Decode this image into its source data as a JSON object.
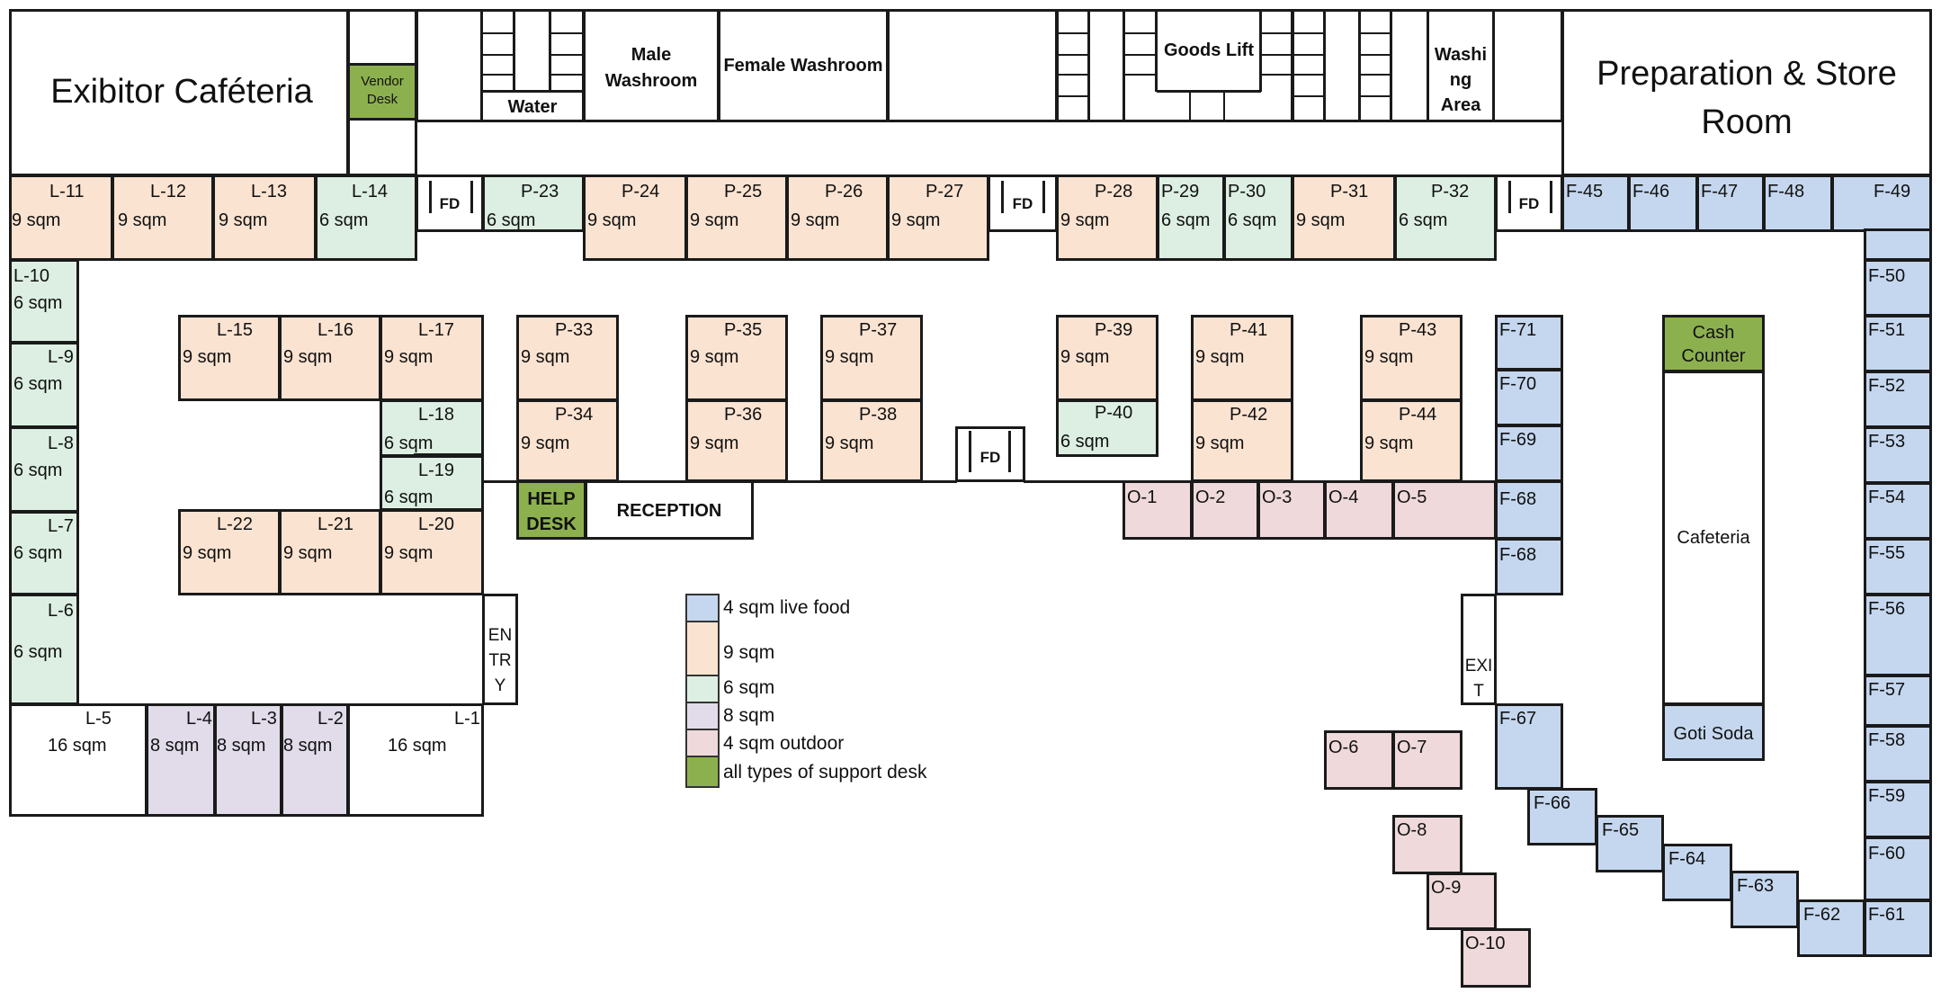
{
  "rooms": {
    "exhibitor_cafeteria": "Exibitor Caféteria",
    "vendor_desk": "Vendor Desk",
    "water": "Water",
    "male_washroom": "Male Washroom",
    "female_washroom": "Female Washroom",
    "goods_lift": "Goods Lift",
    "washing_area": "Washi ng Area",
    "prep_store": "Preparation & Store Room",
    "help_desk": "HELP DESK",
    "reception": "RECEPTION",
    "cash_counter": "Cash Counter",
    "cafeteria": "Cafeteria",
    "goti_soda": "Goti Soda",
    "entry": "EN TR Y",
    "exit": "EXI T",
    "fd": "FD"
  },
  "stalls": {
    "L-11": {
      "id": "L-11",
      "size": "9 sqm"
    },
    "L-12": {
      "id": "L-12",
      "size": "9 sqm"
    },
    "L-13": {
      "id": "L-13",
      "size": "9 sqm"
    },
    "L-14": {
      "id": "L-14",
      "size": "6 sqm"
    },
    "P-23": {
      "id": "P-23",
      "size": "6 sqm"
    },
    "P-24": {
      "id": "P-24",
      "size": "9 sqm"
    },
    "P-25": {
      "id": "P-25",
      "size": "9 sqm"
    },
    "P-26": {
      "id": "P-26",
      "size": "9 sqm"
    },
    "P-27": {
      "id": "P-27",
      "size": "9 sqm"
    },
    "P-28": {
      "id": "P-28",
      "size": "9 sqm"
    },
    "P-29": {
      "id": "P-29",
      "size": "6 sqm"
    },
    "P-30": {
      "id": "P-30",
      "size": "6 sqm"
    },
    "P-31": {
      "id": "P-31",
      "size": "9 sqm"
    },
    "P-32": {
      "id": "P-32",
      "size": "6 sqm"
    },
    "L-10": {
      "id": "L-10",
      "size": "6 sqm"
    },
    "L-9": {
      "id": "L-9",
      "size": "6 sqm"
    },
    "L-8": {
      "id": "L-8",
      "size": "6 sqm"
    },
    "L-7": {
      "id": "L-7",
      "size": "6 sqm"
    },
    "L-6": {
      "id": "L-6",
      "size": "6 sqm"
    },
    "L-15": {
      "id": "L-15",
      "size": "9 sqm"
    },
    "L-16": {
      "id": "L-16",
      "size": "9 sqm"
    },
    "L-17": {
      "id": "L-17",
      "size": "9 sqm"
    },
    "L-18": {
      "id": "L-18",
      "size": "6 sqm"
    },
    "L-19": {
      "id": "L-19",
      "size": "6 sqm"
    },
    "L-22": {
      "id": "L-22",
      "size": "9 sqm"
    },
    "L-21": {
      "id": "L-21",
      "size": "9 sqm"
    },
    "L-20": {
      "id": "L-20",
      "size": "9 sqm"
    },
    "P-33": {
      "id": "P-33",
      "size": "9 sqm"
    },
    "P-34": {
      "id": "P-34",
      "size": "9 sqm"
    },
    "P-35": {
      "id": "P-35",
      "size": "9 sqm"
    },
    "P-36": {
      "id": "P-36",
      "size": "9 sqm"
    },
    "P-37": {
      "id": "P-37",
      "size": "9 sqm"
    },
    "P-38": {
      "id": "P-38",
      "size": "9 sqm"
    },
    "P-39": {
      "id": "P-39",
      "size": "9 sqm"
    },
    "P-40": {
      "id": "P-40",
      "size": "6 sqm"
    },
    "P-41": {
      "id": "P-41",
      "size": "9 sqm"
    },
    "P-42": {
      "id": "P-42",
      "size": "9 sqm"
    },
    "P-43": {
      "id": "P-43",
      "size": "9 sqm"
    },
    "P-44": {
      "id": "P-44",
      "size": "9 sqm"
    },
    "L-5": {
      "id": "L-5",
      "size": "16 sqm"
    },
    "L-4": {
      "id": "L-4",
      "size": "8 sqm"
    },
    "L-3": {
      "id": "L-3",
      "size": "8 sqm"
    },
    "L-2": {
      "id": "L-2",
      "size": "8 sqm"
    },
    "L-1": {
      "id": "L-1",
      "size": "16 sqm"
    }
  },
  "food_stalls": {
    "F-45": "F-45",
    "F-46": "F-46",
    "F-47": "F-47",
    "F-48": "F-48",
    "F-49": "F-49",
    "F-50": "F-50",
    "F-51": "F-51",
    "F-52": "F-52",
    "F-53": "F-53",
    "F-54": "F-54",
    "F-55": "F-55",
    "F-56": "F-56",
    "F-57": "F-57",
    "F-58": "F-58",
    "F-59": "F-59",
    "F-60": "F-60",
    "F-61": "F-61",
    "F-62": "F-62",
    "F-63": "F-63",
    "F-64": "F-64",
    "F-65": "F-65",
    "F-66": "F-66",
    "F-67": "F-67",
    "F-68a": "F-68",
    "F-68b": "F-68",
    "F-69": "F-69",
    "F-70": "F-70",
    "F-71": "F-71"
  },
  "outdoor_stalls": {
    "O-1": "O-1",
    "O-2": "O-2",
    "O-3": "O-3",
    "O-4": "O-4",
    "O-5": "O-5",
    "O-6": "O-6",
    "O-7": "O-7",
    "O-8": "O-8",
    "O-9": "O-9",
    "O-10": "O-10"
  },
  "legend": [
    {
      "label": "4 sqm live food",
      "color": "#c5d7ef"
    },
    {
      "label": "9 sqm",
      "color": "#fbe3d1"
    },
    {
      "label": "6 sqm",
      "color": "#dcefe2"
    },
    {
      "label": "8 sqm",
      "color": "#e1dbea"
    },
    {
      "label": "4 sqm outdoor",
      "color": "#efd9da"
    },
    {
      "label": "all types of support desk",
      "color": "#8db04f"
    }
  ]
}
